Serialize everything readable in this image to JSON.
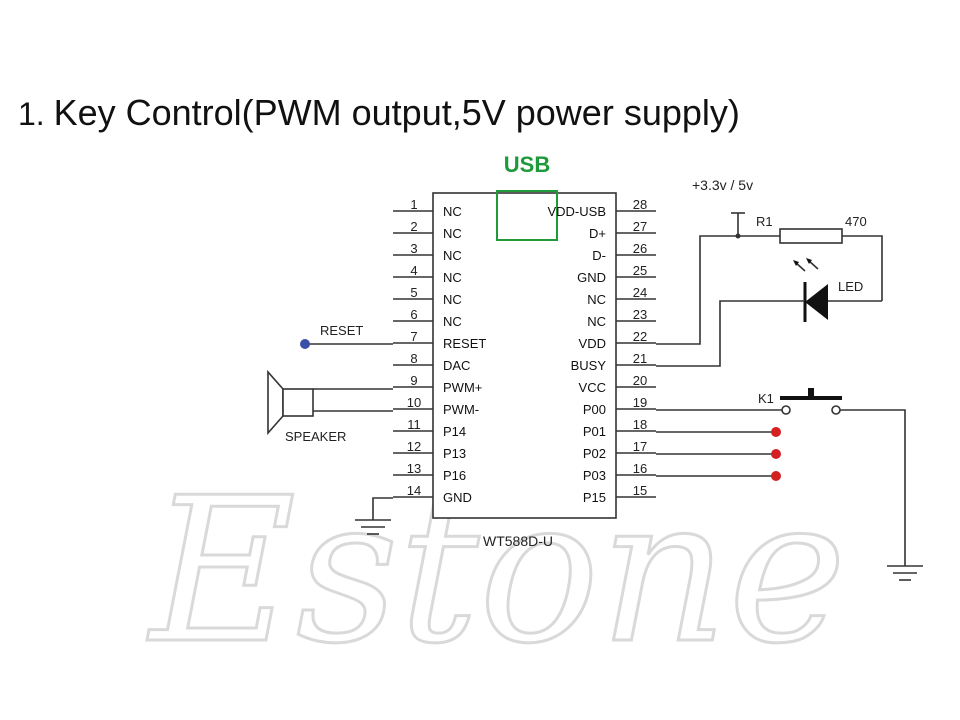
{
  "title": {
    "number": "1.",
    "text": "Key Control(PWM output,5V power supply)"
  },
  "chip": {
    "name": "WT588D-U",
    "usb_label": "USB",
    "left_pins": [
      {
        "num": "1",
        "label": "NC"
      },
      {
        "num": "2",
        "label": "NC"
      },
      {
        "num": "3",
        "label": "NC"
      },
      {
        "num": "4",
        "label": "NC"
      },
      {
        "num": "5",
        "label": "NC"
      },
      {
        "num": "6",
        "label": "NC"
      },
      {
        "num": "7",
        "label": "RESET"
      },
      {
        "num": "8",
        "label": "DAC"
      },
      {
        "num": "9",
        "label": "PWM+"
      },
      {
        "num": "10",
        "label": "PWM-"
      },
      {
        "num": "11",
        "label": "P14"
      },
      {
        "num": "12",
        "label": "P13"
      },
      {
        "num": "13",
        "label": "P16"
      },
      {
        "num": "14",
        "label": "GND"
      }
    ],
    "right_pins": [
      {
        "num": "28",
        "label": "VDD-USB"
      },
      {
        "num": "27",
        "label": "D+"
      },
      {
        "num": "26",
        "label": "D-"
      },
      {
        "num": "25",
        "label": "GND"
      },
      {
        "num": "24",
        "label": "NC"
      },
      {
        "num": "23",
        "label": "NC"
      },
      {
        "num": "22",
        "label": "VDD"
      },
      {
        "num": "21",
        "label": "BUSY"
      },
      {
        "num": "20",
        "label": "VCC"
      },
      {
        "num": "19",
        "label": "P00"
      },
      {
        "num": "18",
        "label": "P01"
      },
      {
        "num": "17",
        "label": "P02"
      },
      {
        "num": "16",
        "label": "P03"
      },
      {
        "num": "15",
        "label": "P15"
      }
    ]
  },
  "components": {
    "supply": "+3.3v / 5v",
    "resistor_name": "R1",
    "resistor_value": "470",
    "led": "LED",
    "key": "K1",
    "reset": "RESET",
    "speaker": "SPEAKER"
  },
  "watermark": "Estone",
  "colors": {
    "usb": "#1f9a3a",
    "reset_dot": "#3a4fa8",
    "key_dot": "#d42020",
    "watermark": "#d9d9d9"
  }
}
